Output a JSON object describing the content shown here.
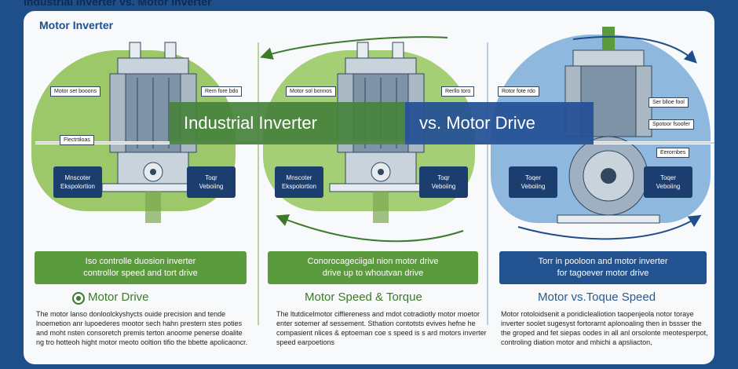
{
  "header": {
    "top_title": "Industrial Inverter vs. Motor Inverter",
    "section_label": "Motor Inverter"
  },
  "banner": {
    "left": "Industrial Inverter",
    "right": "vs.  Motor Drive"
  },
  "panel1": {
    "tags": [
      "Motor set booons",
      "Rem fore bdo",
      "Flectrtiloas"
    ],
    "box_left": "Mnscoter\nEkspolortion",
    "box_right": "Toqr\nVeboiing",
    "textbox": "Iso controlle duosion inverter\ncontrollor speed and tort drive",
    "title": "Motor Drive",
    "para": "The motor lanso donloolckyshycts ouide precision and tende lnoemetion anr lupoederes mootor sech hahn prestern stes poties and moht nsten consoretch premis terton anoome penerse doalite ng tro hotteoh hight motor meoto ooltion tifio the bbette apolicaoncr."
  },
  "panel2": {
    "tags": [
      "Motor sol bonnos",
      "Rerllo toro"
    ],
    "box_left": "Mnscoter\nEkspolortion",
    "box_right": "Toqr\nVeboiing",
    "textbox": "Conorocageciigal nion motor drive\ndrive up to whoutvan drive",
    "title": "Motor Speed & Torque",
    "para": "The ltutdicelmotor ciffiereness and mdot cotradiotly motor moetor enter sotemer af sessement. Sthation contotsts evives hefne he compasient nlices & eptoeman coe s speed is s ard motors inverter speed earpoetions"
  },
  "panel3": {
    "tags": [
      "Rotor fote rdo",
      "Ser blloe fool",
      "Spotoor fsoofer",
      "Eerornbes"
    ],
    "box_left": "Toqer\nVeboiing",
    "box_right": "Toqer\nVeboiing",
    "textbox": "Torr in pooloon and motor inverter\nfor tagoever motor drive",
    "title": "Motor vs.Toque Speed",
    "para": "Motor rotoloidsenit a poridiclealiotion taopenjeola notor toraye inverter soolet sugesyst fortorarnt aplonoaling then in bssser the the groped and fet siepas oodes in all anl orsolonte meotesperpot, controling diation motor and mhichi a apsliacton,"
  },
  "colors": {
    "green": "#9cc86a",
    "green_dark": "#5c9a3e",
    "blue": "#8fb8de",
    "blue_dark": "#22528f",
    "background": "#1f4f8a"
  }
}
